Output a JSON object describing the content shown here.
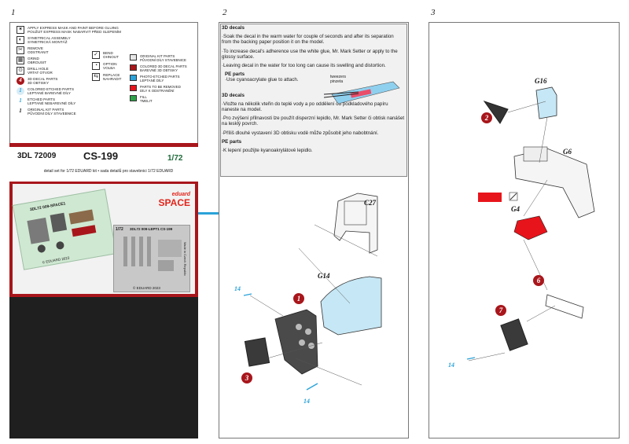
{
  "pages": {
    "p1": "1",
    "p2": "2",
    "p3": "3"
  },
  "legend": [
    {
      "icon": "star-icon",
      "text": "APPLY EXPRESS MASK AND PAINT BEFORE GLUING\nPOUŽIJT EXPRESS MASK NABARVIT PŘED SLEPENÍM"
    },
    {
      "icon": "symmetry-icon",
      "text": "SYMETRICAL ASSEMBLY\nSYMETRICKÁ MONTÁŽ"
    },
    {
      "icon": "remove-icon",
      "text": "REMOVE\nODSTRANIT"
    },
    {
      "icon": "grind-icon",
      "text": "GRIND\nOBROUSIT"
    },
    {
      "icon": "drill-icon",
      "text": "DRILL HOLE\nVRTAT OTVOR"
    },
    {
      "icon": "decal-part-icon",
      "glyph": "4",
      "text": "3D DECAL PARTS\n3D OBTISKY"
    },
    {
      "icon": "colored-etched-icon",
      "glyph": "1",
      "text": "COLORED ETCHED PARTS\nLEPTANÉ BAREVNÉ DÍLY"
    },
    {
      "icon": "etched-part-icon",
      "glyph": "1",
      "text": "ETCHED PARTS\nLEPTANÉ NEBAREVNÉ DÍLY"
    },
    {
      "icon": "original-part-icon",
      "glyph": "1",
      "text": "ORIGINAL KIT PARTS\nPŮVODNÍ DÍLY STAVEBNICE"
    }
  ],
  "legend_mid": [
    {
      "icon": "bend-icon",
      "text": "BEND\nOHNOUT"
    },
    {
      "icon": "option-icon",
      "text": "OPTION\nVOLBA"
    },
    {
      "icon": "replace-icon",
      "text": "REPLACE\nNAHRADIT"
    }
  ],
  "legend_colors": [
    {
      "color": "#e6e6e6",
      "text": "ORIGINAL KIT PARTS\nPŮVODNÍ DÍLY STAVEBNICE"
    },
    {
      "color": "#a8161b",
      "text": "COLORED 3D DECAL PARTS\nBAREVNÉ 3D OBTISKY"
    },
    {
      "color": "#2aa3d9",
      "text": "PHOTO-ETCHED PARTS\nLEPTANÉ DÍLY"
    },
    {
      "color": "#e8141b",
      "text": "PARTS TO BE REMOVED\nDÍLY K ODSTRANĚNÍ"
    },
    {
      "color": "#2da24a",
      "text": "FILL\nTMELIT"
    }
  ],
  "product": {
    "code": "3DL 72009",
    "name": "CS-199",
    "scale": "1/72",
    "desc": "detail set for 1/72 EDUARD kit • sada detailů pro stavebnici 1/72 EDUARD",
    "brand_small": "eduard",
    "brand_big": "SPACE",
    "sheet1_title": "3DL72 009-SPACE1",
    "sheet1_copy": "© EDUARD 2023",
    "sheet2_title": "3DL72 009-LEPT1 CS-199",
    "sheet2_scale": "1/72",
    "sheet2_copy": "© EDUARD 2023",
    "sheet2_made": "Made in Czech Republic"
  },
  "instructions": {
    "en_head": "3D decals",
    "en_1": "·Soak the decal in the warm water for couple of seconds and after its separation from the backing paper position it on the model.",
    "en_2": "·To increase decal's adherence use the white glue, Mr. Mark Setter or apply to the glossy surface.",
    "en_3": "·Leaving decal in the water for too long can cause its swelling and distortion.",
    "pe_head": "PE parts",
    "pe_1": "·Use cyanoacrylate glue to attach.",
    "tweezers": "tweezers\npinzeta",
    "cz_head": "3D decals",
    "cz_1": "·Vložte na několik vteřin do teplé vody a po oddělení od podkladového papíru naneste na model.",
    "cz_2": "·Pro zvýšení přilnavosti lze použít disperzní lepidlo, Mr. Mark Setter či obtisk nanášet na lesklý povrch.",
    "cz_3": "·Příliš dlouhé vystavení 3D obtisku vodě může způsobit jeho nabobtnání.",
    "cz_pe_head": "PE parts",
    "cz_pe_1": "·K lepení použijte kyanoakrylátové lepidlo."
  },
  "step2_labels": {
    "c27": "C27",
    "g14": "G14",
    "n1": "1",
    "n3": "3",
    "b14a": "14",
    "b14b": "14"
  },
  "step3_labels": {
    "g16": "G16",
    "g6": "G6",
    "g4": "G4",
    "n2": "2",
    "n6": "6",
    "n7": "7",
    "b14": "14"
  }
}
